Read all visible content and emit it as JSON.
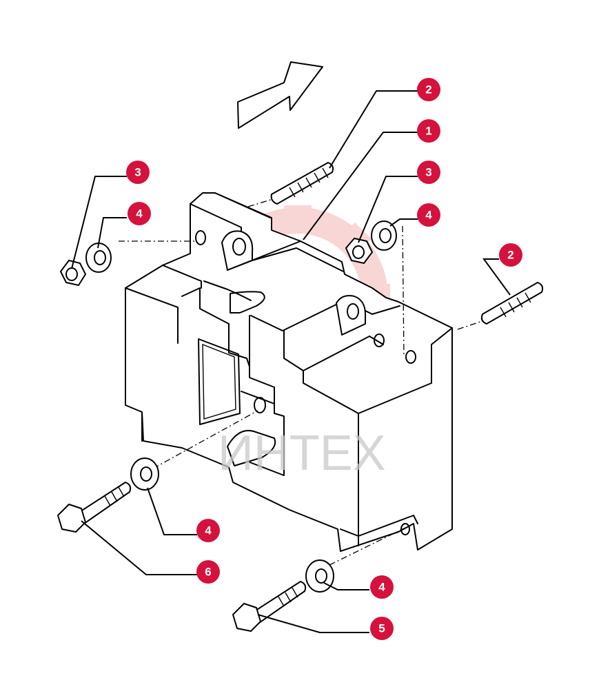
{
  "colors": {
    "callout": "#d4123c",
    "watermark_logo": "#f3b6b6",
    "watermark_text": "#c9c9c9"
  },
  "watermark": {
    "text": "ИНТЕХ"
  },
  "callouts": [
    {
      "id": "c2a",
      "label": "2"
    },
    {
      "id": "c1",
      "label": "1"
    },
    {
      "id": "c3a",
      "label": "3"
    },
    {
      "id": "c4a",
      "label": "4"
    },
    {
      "id": "c3b",
      "label": "3"
    },
    {
      "id": "c4b",
      "label": "4"
    },
    {
      "id": "c2b",
      "label": "2"
    },
    {
      "id": "c4c",
      "label": "4"
    },
    {
      "id": "c6",
      "label": "6"
    },
    {
      "id": "c4d",
      "label": "4"
    },
    {
      "id": "c5",
      "label": "5"
    }
  ]
}
